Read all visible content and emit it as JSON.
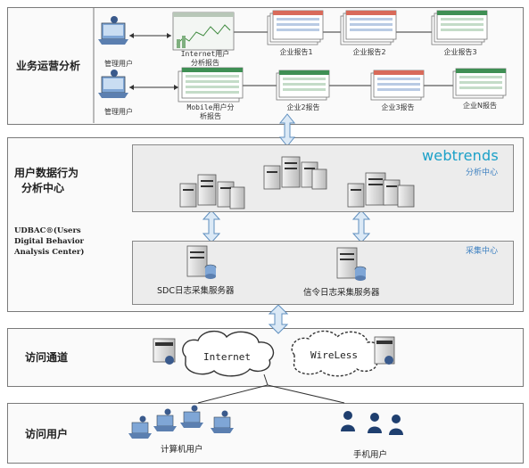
{
  "layers": {
    "ops": {
      "label": "业务运营分析"
    },
    "analysis": {
      "label_line1": "用户数据行为",
      "label_line2": "分析中心",
      "udbac_line1": "UDBAC®(Users",
      "udbac_line2": "Digital Behavior",
      "udbac_line3": "Analysis Center)"
    },
    "channel": {
      "label": "访问通道"
    },
    "users": {
      "label": "访问用户"
    }
  },
  "ops": {
    "admin1": "管理用户",
    "admin2": "管理用户",
    "internet_report_line1": "Internet用户",
    "internet_report_line2": "分析报告",
    "mobile_report_line1": "Mobile用户分",
    "mobile_report_line2": "析报告",
    "row1_reports": [
      "企业报告1",
      "企业报告2",
      "企业报告3"
    ],
    "row2_reports": [
      "企业2报告",
      "企业3报告",
      "企业N报告"
    ]
  },
  "analysis": {
    "brand": "webtrends",
    "analysis_center": "分析中心",
    "collect_center": "采集中心",
    "sdc_server": "SDC日志采集服务器",
    "signal_server": "信令日志采集服务器"
  },
  "channel": {
    "internet": "Internet",
    "wireless": "WireLess"
  },
  "users": {
    "pc_users": "计算机用户",
    "mobile_users": "手机用户"
  },
  "colors": {
    "arrow_fill": "#dbe9f6",
    "arrow_stroke": "#5f8fbf",
    "brand": "#1aa0c8",
    "center_tag": "#3b7fc0"
  }
}
